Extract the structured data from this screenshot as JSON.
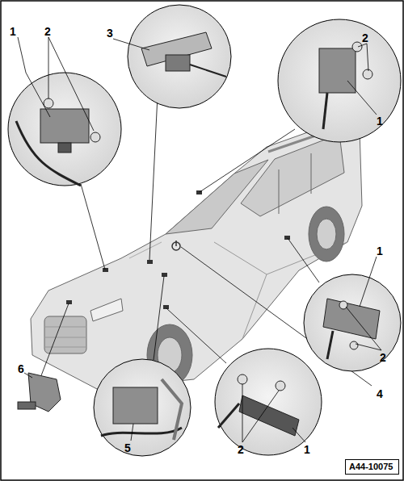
{
  "diagram": {
    "nodes": [
      {
        "text": [
          "A44-10075"
        ]
      }
    ],
    "labels": [
      "1",
      "2",
      "3",
      "2",
      "1",
      "1",
      "2",
      "6",
      "4",
      "5",
      "2",
      "1"
    ]
  }
}
